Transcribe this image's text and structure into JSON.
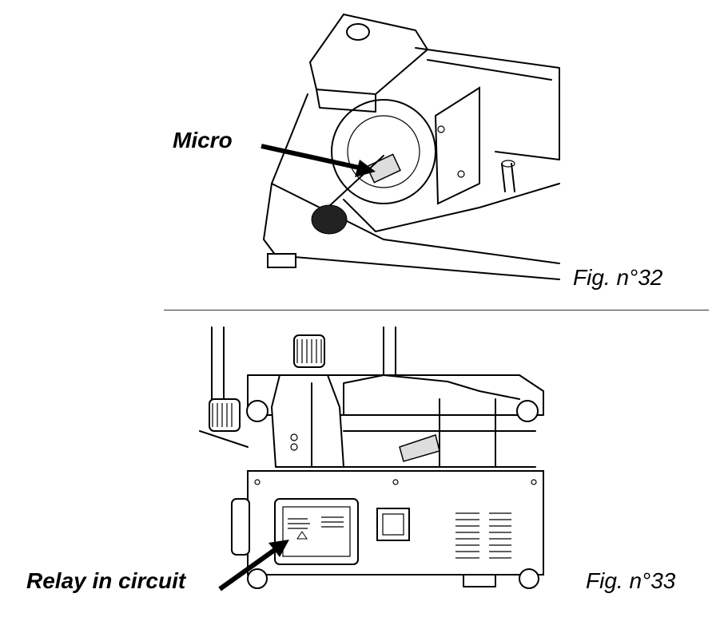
{
  "figure_top": {
    "callout": "Micro",
    "caption": "Fig. n°32"
  },
  "figure_bottom": {
    "callout": "Relay in circuit",
    "caption": "Fig. n°33"
  }
}
